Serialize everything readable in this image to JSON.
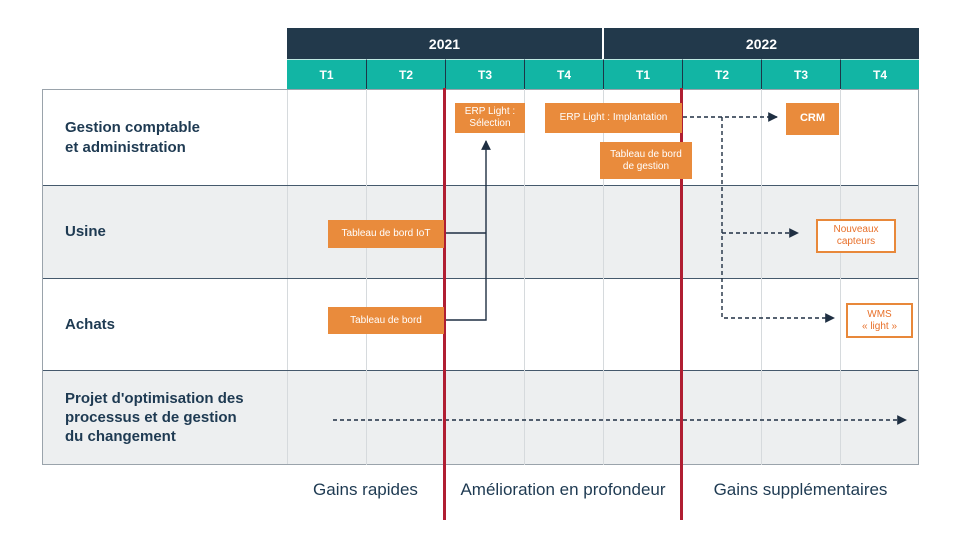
{
  "header": {
    "years": [
      "2021",
      "2022"
    ],
    "quarters": [
      "T1",
      "T2",
      "T3",
      "T4",
      "T1",
      "T2",
      "T3",
      "T4"
    ]
  },
  "rows": [
    {
      "label": "Gestion comptable\net administration"
    },
    {
      "label": "Usine"
    },
    {
      "label": "Achats"
    },
    {
      "label": "Projet d'optimisation des\nprocessus et de gestion\ndu changement"
    }
  ],
  "tasks": {
    "erp_selection": {
      "label": "ERP Light :\nSélection",
      "row": "Gestion comptable et administration",
      "period": "2021 T3",
      "style": "filled"
    },
    "erp_implantation": {
      "label": "ERP Light : Implantation",
      "row": "Gestion comptable et administration",
      "period": "2021 T4 – 2022 T1",
      "style": "filled"
    },
    "tableau_bord_gestion": {
      "label": "Tableau de bord\nde gestion",
      "row": "Gestion comptable et administration",
      "period": "2021 T4 – 2022 T1",
      "style": "filled"
    },
    "crm": {
      "label": "CRM",
      "row": "Gestion comptable et administration",
      "period": "2022 T3",
      "style": "filled"
    },
    "tableau_bord_iot": {
      "label": "Tableau de bord IoT",
      "row": "Usine",
      "period": "2021 T1 – T2",
      "style": "filled"
    },
    "nouveaux_capteurs": {
      "label": "Nouveaux\ncapteurs",
      "row": "Usine",
      "period": "2022 T3",
      "style": "outlined"
    },
    "tableau_bord": {
      "label": "Tableau de bord",
      "row": "Achats",
      "period": "2021 T1 – T2",
      "style": "filled"
    },
    "wms_light": {
      "label": "WMS\n« light »",
      "row": "Achats",
      "period": "2022 T4",
      "style": "outlined"
    }
  },
  "phases": [
    {
      "label": "Gains rapides"
    },
    {
      "label": "Amélioration en profondeur"
    },
    {
      "label": "Gains supplémentaires"
    }
  ],
  "colors": {
    "header_navy": "#22394b",
    "quarter_teal": "#12b5a4",
    "task_orange": "#e98b3c",
    "phase_line_red": "#b01e32",
    "text_navy": "#1e3a52",
    "connector_navy": "#1f2f42"
  }
}
